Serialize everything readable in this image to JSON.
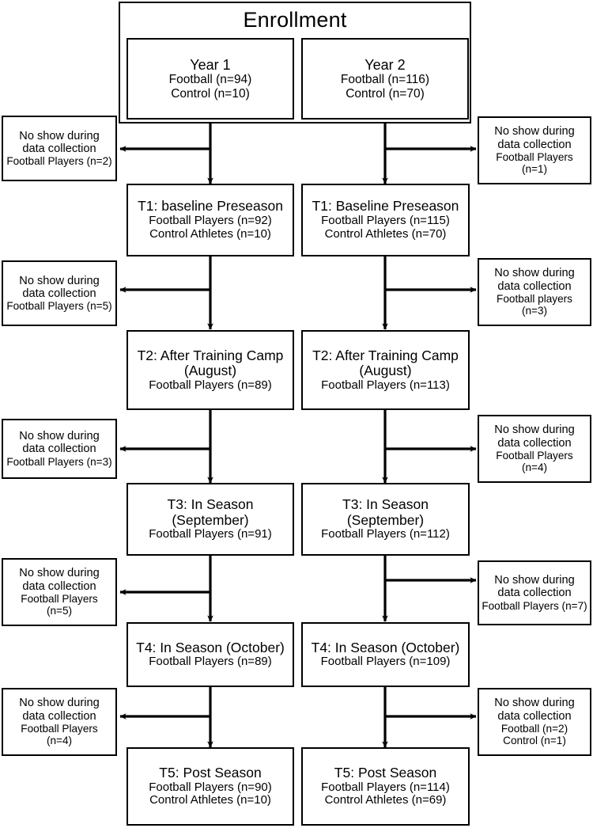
{
  "title": "Enrollment",
  "enrollment": {
    "years": [
      {
        "name": "year-1",
        "title": "Year 1",
        "lines": [
          "Football (n=94)",
          "Control (n=10)"
        ]
      },
      {
        "name": "year-2",
        "title": "Year 2",
        "lines": [
          "Football (n=116)",
          "Control (n=70)"
        ]
      }
    ]
  },
  "stages": [
    {
      "id": "t1",
      "left": {
        "title": "T1: baseline Preseason",
        "lines": [
          "Football Players (n=92)",
          "Control Athletes (n=10)"
        ]
      },
      "right": {
        "title": "T1: Baseline Preseason",
        "lines": [
          "Football Players (n=115)",
          "Control Athletes (n=70)"
        ]
      }
    },
    {
      "id": "t2",
      "left": {
        "title": "T2: After Training Camp",
        "subtitle": "(August)",
        "lines": [
          "Football Players (n=89)"
        ]
      },
      "right": {
        "title": "T2: After Training Camp",
        "subtitle": "(August)",
        "lines": [
          "Football Players (n=113)"
        ]
      }
    },
    {
      "id": "t3",
      "left": {
        "title": "T3: In Season",
        "subtitle": "(September)",
        "lines": [
          "Football Players (n=91)"
        ]
      },
      "right": {
        "title": "T3: In Season",
        "subtitle": "(September)",
        "lines": [
          "Football Players (n=112)"
        ]
      }
    },
    {
      "id": "t4",
      "left": {
        "title": "T4: In Season (October)",
        "lines": [
          "Football Players (n=89)"
        ]
      },
      "right": {
        "title": "T4: In Season (October)",
        "lines": [
          "Football Players (n=109)"
        ]
      }
    },
    {
      "id": "t5",
      "left": {
        "title": "T5: Post Season",
        "lines": [
          "Football Players (n=90)",
          "Control Athletes (n=10)"
        ]
      },
      "right": {
        "title": "T5: Post Season",
        "lines": [
          "Football Players (n=114)",
          "Control Athletes (n=69)"
        ]
      }
    }
  ],
  "exclusions": {
    "left": [
      {
        "id": "ex-l1",
        "lines": [
          "No show during",
          "data collection",
          "Football Players (n=2)"
        ]
      },
      {
        "id": "ex-l2",
        "lines": [
          "No show during",
          "data collection",
          "Football Players (n=5)"
        ]
      },
      {
        "id": "ex-l3",
        "lines": [
          "No show during",
          "data collection",
          "Football Players (n=3)"
        ]
      },
      {
        "id": "ex-l4",
        "lines": [
          "No show during",
          "data collection",
          "Football Players",
          "(n=5)"
        ]
      },
      {
        "id": "ex-l5",
        "lines": [
          "No show during",
          "data collection",
          "Football Players",
          "(n=4)"
        ]
      }
    ],
    "right": [
      {
        "id": "ex-r1",
        "lines": [
          "No show during",
          "data collection",
          "Football Players",
          "(n=1)"
        ]
      },
      {
        "id": "ex-r2",
        "lines": [
          "No show during",
          "data collection",
          "Football players",
          "(n=3)"
        ]
      },
      {
        "id": "ex-r3",
        "lines": [
          "No show during",
          "data collection",
          "Football Players",
          "(n=4)"
        ]
      },
      {
        "id": "ex-r4",
        "lines": [
          "No show during",
          "data collection",
          "Football Players (n=7)"
        ]
      },
      {
        "id": "ex-r5",
        "lines": [
          "No show during",
          "data collection",
          "Football (n=2)",
          "Control (n=1)"
        ]
      }
    ]
  },
  "colors": {
    "stroke": "#000000",
    "background": "#ffffff"
  }
}
